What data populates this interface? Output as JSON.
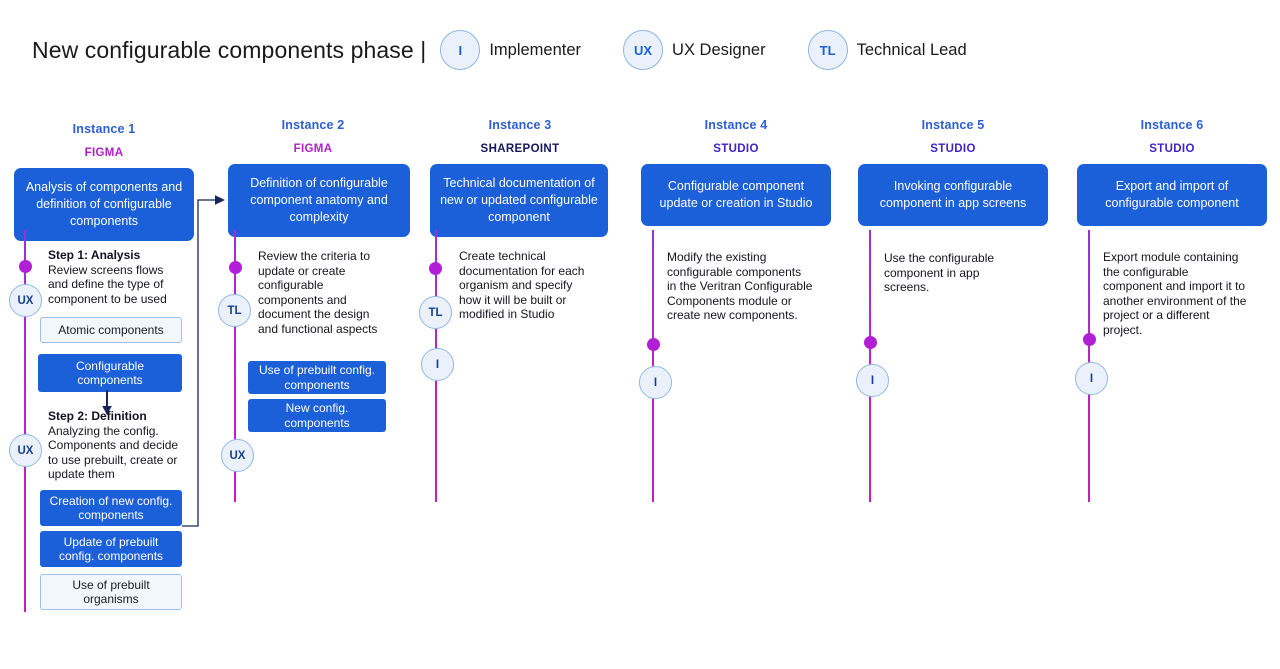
{
  "header": {
    "title": "New configurable components phase |",
    "legend": [
      {
        "initials": "I",
        "label": "Implementer"
      },
      {
        "initials": "UX",
        "label": "UX Designer"
      },
      {
        "initials": "TL",
        "label": "Technical Lead"
      }
    ]
  },
  "colors": {
    "accent_blue": "#1b5fd9",
    "instance_label": "#2d5fd0",
    "figma": "#b01fc9",
    "sharepoint": "#15185e",
    "studio": "#3b25c7",
    "rail": "#c41ec9",
    "dot": "#b01fd6",
    "avatar_fill": "#eaf1fb",
    "avatar_border": "#93b7e6",
    "chip_light_fill": "#f2f6fd",
    "chip_light_border": "#9fc0ea",
    "arrow": "#17255a"
  },
  "columns": [
    {
      "instance": "Instance 1",
      "app": "FIGMA",
      "headline": "Analysis of components and definition of configurable components",
      "avatars": [
        "UX",
        "UX"
      ],
      "steps": [
        {
          "title": "Step 1: Analysis",
          "text": "Review screens flows and define the type of component to be used"
        },
        {
          "title": "Step  2: Definition",
          "text": "Analyzing the config. Components and decide to use prebuilt, create or update them"
        }
      ],
      "chips": [
        {
          "label": "Atomic components",
          "style": "light"
        },
        {
          "label": "Configurable components",
          "style": "solid"
        },
        {
          "label": "Creation of new config. components",
          "style": "solid"
        },
        {
          "label": "Update of prebuilt config. components",
          "style": "solid"
        },
        {
          "label": "Use of prebuilt  organisms",
          "style": "light"
        }
      ]
    },
    {
      "instance": "Instance 2",
      "app": "FIGMA",
      "headline": "Definition of configurable component  anatomy and complexity",
      "avatars": [
        "TL",
        "UX"
      ],
      "description": "Review the criteria to update or create configurable components and document the design and functional aspects",
      "chips": [
        {
          "label": "Use of prebuilt  config. components",
          "style": "solid"
        },
        {
          "label": "New config. components",
          "style": "solid"
        }
      ]
    },
    {
      "instance": "Instance 3",
      "app": "SHAREPOINT",
      "headline": "Technical documentation of new or updated configurable component",
      "avatars": [
        "TL",
        "I"
      ],
      "description": "Create technical documentation for each organism and specify how it will be built or modified in Studio",
      "chips": []
    },
    {
      "instance": "Instance 4",
      "app": "STUDIO",
      "headline": "Configurable component update or creation in Studio",
      "avatars": [
        "I"
      ],
      "description": "Modify the existing configurable components in the Veritran Configurable Components module or create new components.",
      "chips": []
    },
    {
      "instance": "Instance 5",
      "app": "STUDIO",
      "headline": "Invoking configurable component in app screens",
      "avatars": [
        "I"
      ],
      "description": "Use the configurable component in app screens.",
      "chips": []
    },
    {
      "instance": "Instance 6",
      "app": "STUDIO",
      "headline": "Export and import of configurable component",
      "avatars": [
        "I"
      ],
      "description": "Export module containing the configurable component and import it to another environment of the project or a different project.",
      "chips": []
    }
  ]
}
